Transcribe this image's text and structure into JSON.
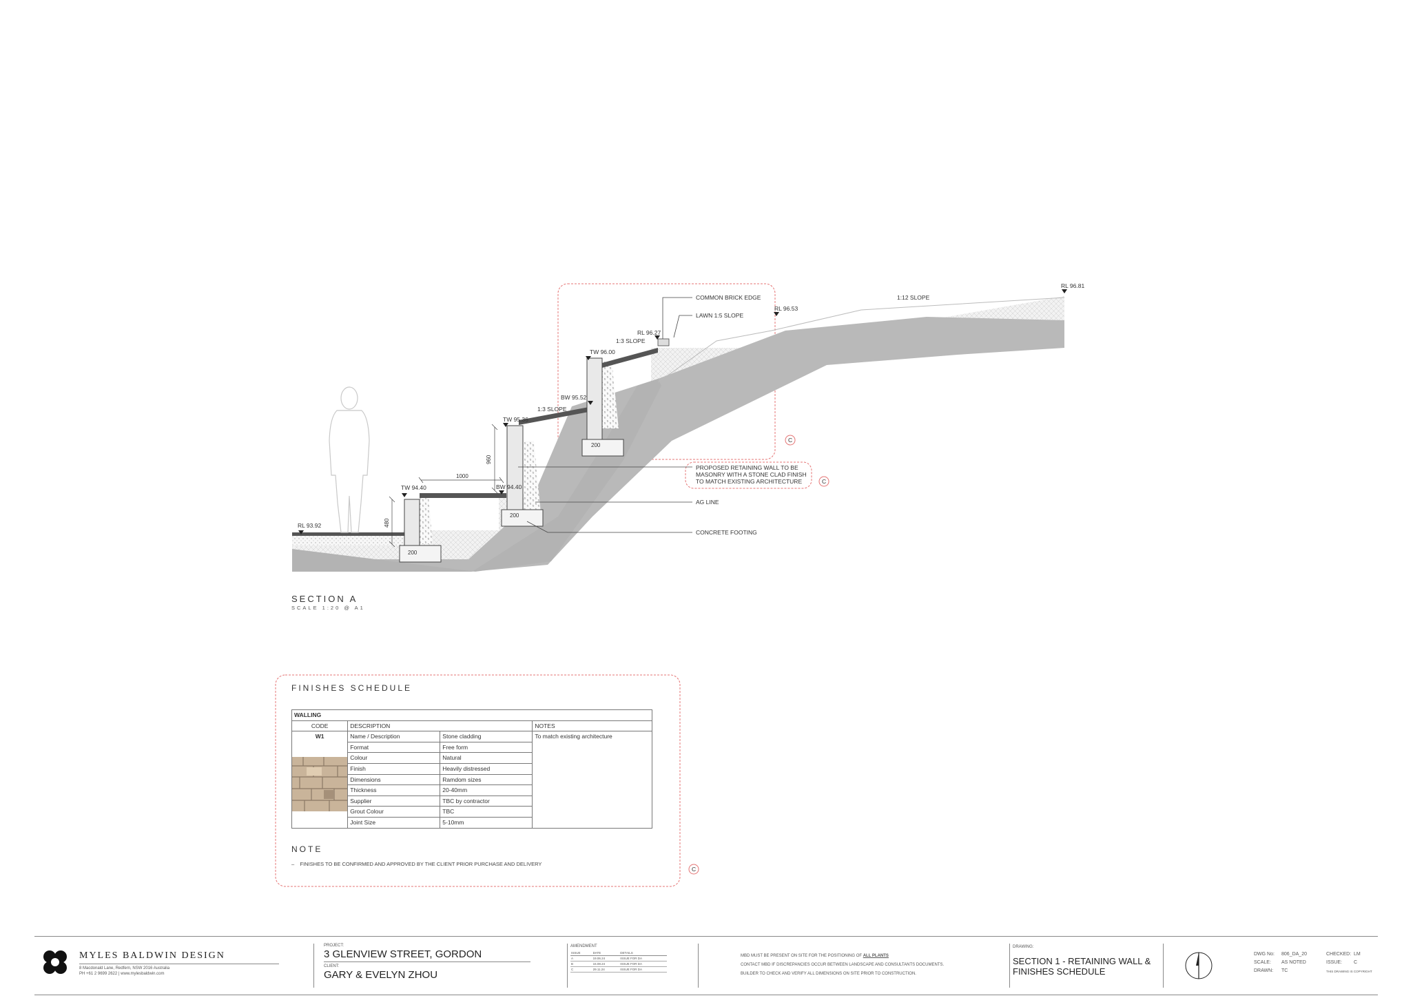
{
  "section": {
    "title": "SECTION A",
    "scale": "SCALE 1:20 @ A1",
    "labels": {
      "rl_93_92": "RL 93.92",
      "tw_94_40": "TW 94.40",
      "bw_94_40": "BW 94.40",
      "tw_95_36": "TW 95.36",
      "bw_95_52": "BW 95.52",
      "tw_96_00": "TW 96.00",
      "rl_96_27": "RL 96.27",
      "rl_96_53": "RL 96.53",
      "rl_96_81": "RL 96.81",
      "slope_1_3_a": "1:3 SLOPE",
      "slope_1_3_b": "1:3 SLOPE",
      "slope_1_12": "1:12 SLOPE",
      "brick_edge": "COMMON BRICK EDGE",
      "lawn": "LAWN  1:5 SLOPE",
      "wall_note_1": "PROPOSED RETAINING WALL TO BE",
      "wall_note_2": "MASONRY WITH A STONE CLAD FINISH",
      "wall_note_3": "TO MATCH EXISTING ARCHITECTURE",
      "ag_line": "AG LINE",
      "footing": "CONCRETE FOOTING",
      "dim_1000": "1000",
      "dim_960": "960",
      "dim_480": "480",
      "dim_200_a": "200",
      "dim_200_b": "200",
      "dim_200_c": "200",
      "rev_c1": "C",
      "rev_c2": "C",
      "rev_c3": "C"
    }
  },
  "finishes": {
    "title": "FINISHES SCHEDULE",
    "group": "WALLING",
    "headers": {
      "code": "CODE",
      "description": "DESCRIPTION",
      "notes": "NOTES"
    },
    "code": "W1",
    "notes": "To match existing architecture",
    "rows": [
      {
        "k": "Name / Description",
        "v": "Stone cladding"
      },
      {
        "k": "Format",
        "v": "Free form"
      },
      {
        "k": "Colour",
        "v": "Natural"
      },
      {
        "k": "Finish",
        "v": "Heavily distressed"
      },
      {
        "k": "Dimensions",
        "v": "Ramdom sizes"
      },
      {
        "k": "Thickness",
        "v": "20-40mm"
      },
      {
        "k": "Supplier",
        "v": "TBC by contractor"
      },
      {
        "k": "Grout Colour",
        "v": "TBC"
      },
      {
        "k": "Joint Size",
        "v": "5-10mm"
      }
    ],
    "note_title": "NOTE",
    "note_text": "FINISHES TO BE CONFIRMED AND APPROVED BY THE CLIENT PRIOR PURCHASE AND DELIVERY"
  },
  "titleblock": {
    "company": "MYLES BALDWIN DESIGN",
    "company_addr": "8 Macdonald Lane, Redfern, NSW 2016 Australia",
    "company_phone": "PH +61 2 9699 2622 | www.mylesbaldwin.com",
    "project_label": "PROJECT:",
    "project": "3 GLENVIEW STREET, GORDON",
    "client_label": "CLIENT:",
    "client": "GARY & EVELYN ZHOU",
    "amendment_label": "AMENDMENT",
    "amend_headers": [
      "ISSUE",
      "DATE",
      "DETAILS"
    ],
    "amendments": [
      {
        "issue": "A",
        "date": "19.06.24",
        "details": "ISSUE FOR DA"
      },
      {
        "issue": "B",
        "date": "15.08.24",
        "details": "ISSUE FOR DA"
      },
      {
        "issue": "C",
        "date": "29.11.24",
        "details": "ISSUE FOR DA"
      }
    ],
    "notice_1_pre": "MBD MUST BE PRESENT ON SITE FOR THE POSITIONING OF",
    "notice_1_bold": "ALL PLANTS",
    "notice_2": "CONTACT MBD IF DISCREPANCIES OCCUR BETWEEN LANDSCAPE AND CONSULTANTS DOCUMENTS.",
    "notice_3": "BUILDER TO CHECK AND VERIFY ALL DIMENSIONS ON SITE PRIOR TO CONSTRUCTION.",
    "drawing_label": "DRAWING:",
    "drawing_1": "SECTION 1 - RETAINING WALL &",
    "drawing_2": "FINISHES SCHEDULE",
    "dwg_no_label": "DWG No:",
    "dwg_no": "806_DA_20",
    "scale_label": "SCALE:",
    "scale": "AS NOTED",
    "drawn_label": "DRAWN:",
    "drawn": "TC",
    "checked_label": "CHECKED:",
    "checked": "LM",
    "issue_label": "ISSUE:",
    "issue": "C",
    "copyright": "THIS DRAWING IS COPYRIGHT"
  }
}
